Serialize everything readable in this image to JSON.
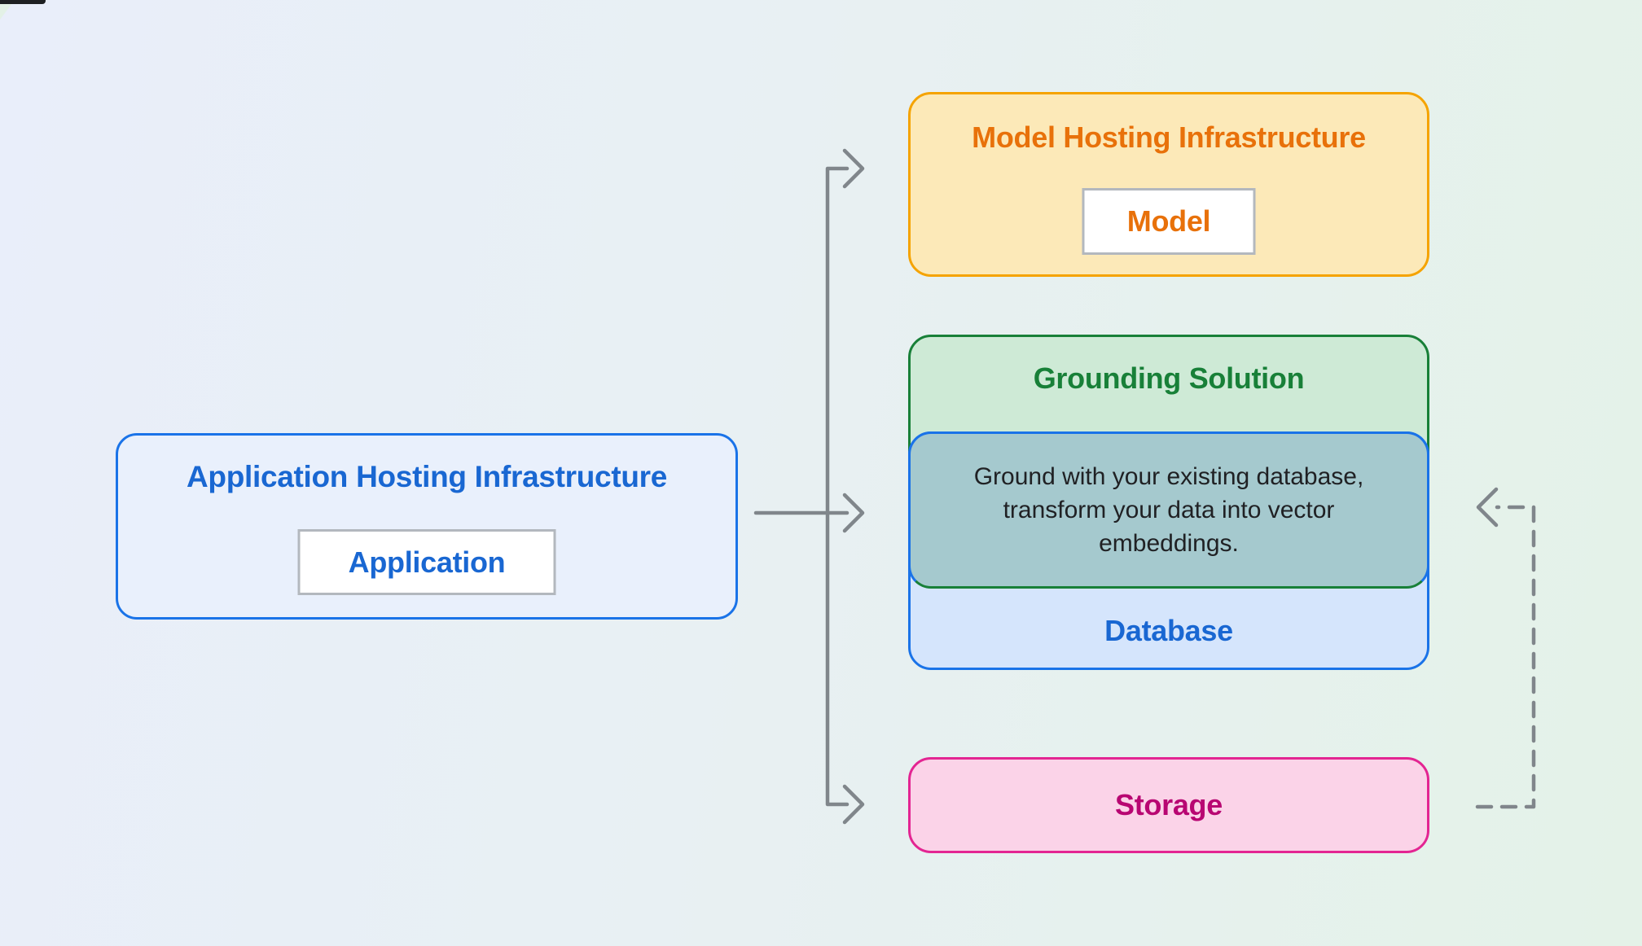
{
  "diagram": {
    "app_hosting": {
      "title": "Application Hosting Infrastructure",
      "component_label": "Application",
      "border_color": "#1A73E8",
      "fill_color": "#E9F0FC",
      "text_color": "#1967D2"
    },
    "model_hosting": {
      "title": "Model Hosting Infrastructure",
      "component_label": "Model",
      "border_color": "#F5A300",
      "fill_color": "#FCE9B8",
      "text_color": "#E8710A"
    },
    "grounding_solution": {
      "title": "Grounding Solution",
      "description": "Ground with your existing database, transform your data into vector embeddings.",
      "border_color": "#188038",
      "fill_color": "#CEEAD6",
      "overlap_fill_color": "#A5C9CE",
      "description_text_color": "#202124"
    },
    "database": {
      "label": "Database",
      "border_color": "#1A73E8",
      "fill_color": "#D5E5FC",
      "text_color": "#1967D2"
    },
    "storage": {
      "label": "Storage",
      "border_color": "#E32592",
      "fill_color": "#FBD3E8",
      "text_color": "#B80672"
    },
    "connectors": {
      "color": "#80868B",
      "solid_flow": "Application Hosting Infrastructure -> Model Hosting Infrastructure, Grounding Solution, Storage",
      "dashed_flow": "Storage -> Grounding Solution (vector embeddings)"
    }
  }
}
